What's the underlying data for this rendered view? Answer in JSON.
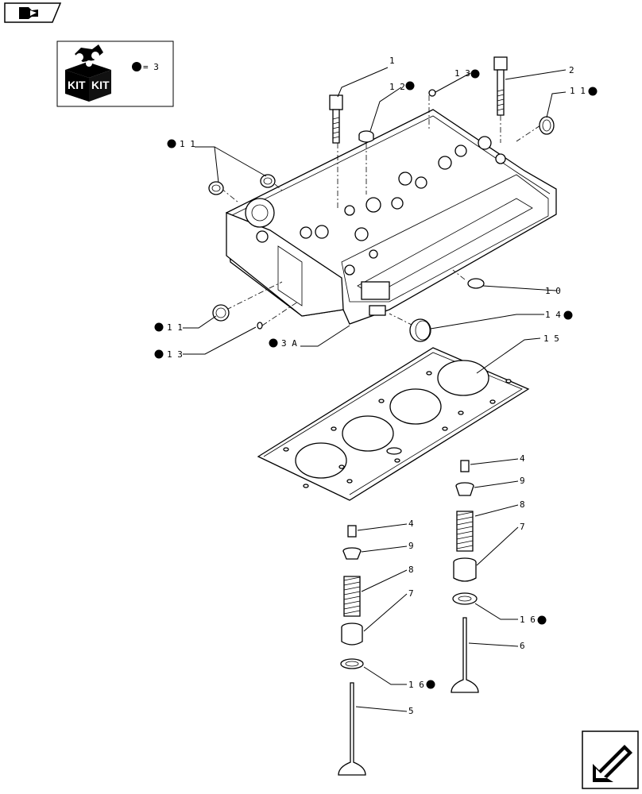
{
  "kit_legend": {
    "text": "KIT",
    "equals": "= 3"
  },
  "callouts": {
    "c1": "1",
    "c2": "2",
    "c12": "1 2",
    "c13a": "1 3",
    "c11a": "1 1",
    "c11b": "1 1",
    "c10": "1 0",
    "c14": "1 4",
    "c11c": "1 1",
    "c13b": "1 3",
    "c3a": "3 A",
    "c15": "1 5",
    "c4a": "4",
    "c9a": "9",
    "c8a": "8",
    "c7a": "7",
    "c16a": "1 6",
    "c6": "6",
    "c4b": "4",
    "c9b": "9",
    "c8b": "8",
    "c7b": "7",
    "c16b": "1 6",
    "c5": "5"
  }
}
